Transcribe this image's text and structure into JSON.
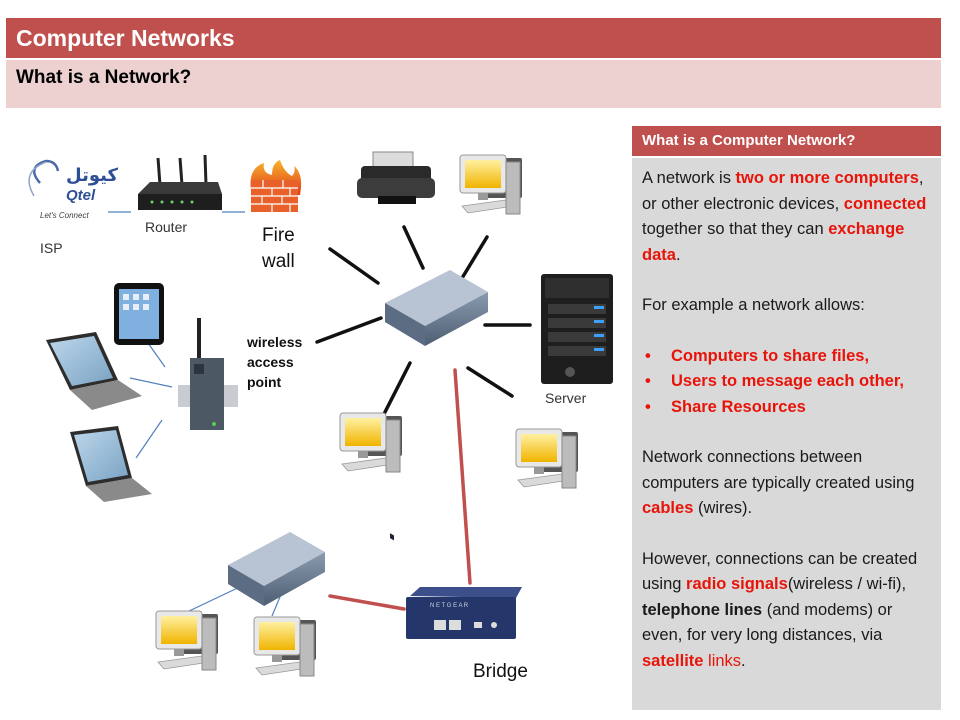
{
  "header": {
    "title": "Computer Networks",
    "subtitle": "What is a Network?"
  },
  "panel": {
    "heading": "What is a Computer Network?",
    "p1": [
      {
        "t": "A network is ",
        "hl": false
      },
      {
        "t": "two or more computers",
        "hl": true
      },
      {
        "t": ", or other electronic devices, ",
        "hl": false
      },
      {
        "t": "connected",
        "hl": true
      },
      {
        "t": " together so that they can ",
        "hl": false
      },
      {
        "t": "exchange data",
        "hl": true
      },
      {
        "t": ".",
        "hl": false
      }
    ],
    "p2": "For example a network allows:",
    "bullets": [
      "Computers to share files,",
      "Users to message each other,",
      "Share Resources"
    ],
    "p3": [
      {
        "t": "Network connections between computers are typically created using ",
        "hl": false
      },
      {
        "t": "cables",
        "hl": true
      },
      {
        "t": " (wires).",
        "hl": false
      }
    ],
    "p4": [
      {
        "t": "However, connections can be created using ",
        "hl": false
      },
      {
        "t": "radio signals",
        "hl": true
      },
      {
        "t": "(wireless  / wi-fi), ",
        "hl": false
      },
      {
        "t": "telephone lines",
        "hl": "bold"
      },
      {
        "t": " (and modems) or even, for very long distances, via ",
        "hl": false
      },
      {
        "t": "satellite",
        "hl": true
      },
      {
        "t": " links",
        "hl": "red"
      },
      {
        "t": ".",
        "hl": false
      }
    ]
  },
  "labels": {
    "isp": "ISP",
    "router": "Router",
    "firewall_1": "Fire",
    "firewall_2": "wall",
    "wap_1": "wireless",
    "wap_2": "access",
    "wap_3": "point",
    "server": "Server",
    "bridge": "Bridge"
  },
  "logo": {
    "arabic": "كيوتل",
    "brand": "Qtel",
    "tagline": "Let's Connect"
  },
  "colors": {
    "title": "#c0504d",
    "subtitle": "#ecd1d0",
    "panel": "#d9d9d9",
    "highlight": "#e8140a",
    "bridge_link": "#c0504d",
    "wireless_link": "#4f81bd"
  }
}
